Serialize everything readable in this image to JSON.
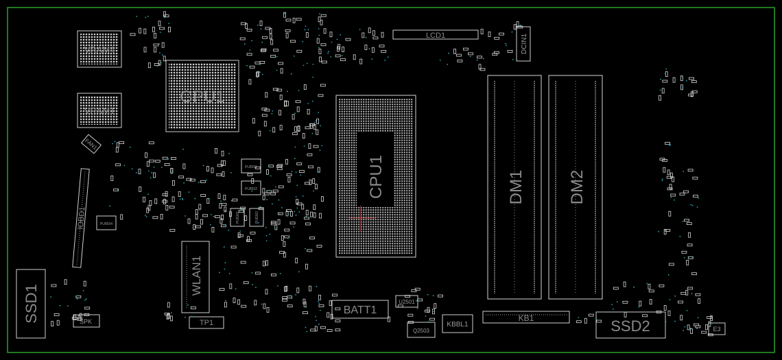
{
  "board": {
    "border_color": "#1f7a1f",
    "background": "#000000",
    "component_color": "#e6e6e6",
    "via_color": "#2aa7b8",
    "label_color": "#8a8a8a"
  },
  "components": {
    "gpu": "GPU1",
    "cpu": "CPU1",
    "dimm1": "DM1",
    "dimm2": "DM2",
    "vram4": "VRAM4",
    "vram1": "VRAM1",
    "lcd": "LCD1",
    "dcin": "DCIN1",
    "fan": "FAN1",
    "iobd": "IOBD1",
    "wlan": "WLAN1",
    "ssd1": "SSD1",
    "ssd2": "SSD2",
    "batt": "BATT1",
    "kb": "KB1",
    "kbbl": "KBBL1",
    "tp": "TP1",
    "spk": "SPK",
    "u2501": "U2501",
    "e3": "E3",
    "q2503": "Q2503"
  },
  "small_labels": {
    "pu8": "PU8501",
    "pu9": "PU8502",
    "pu6": "PU8504",
    "pu_a": "PU8301",
    "pu_b": "PU8302"
  }
}
